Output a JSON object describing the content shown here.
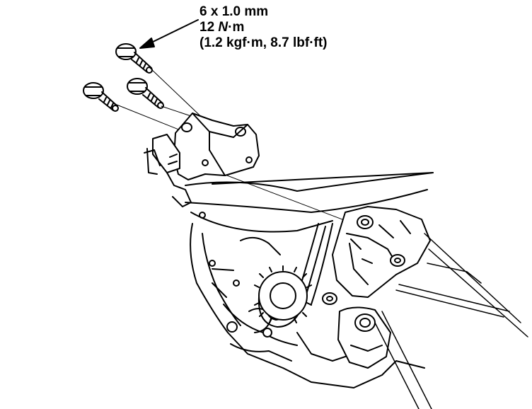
{
  "callout": {
    "bolt_size": "6 x 1.0 mm",
    "torque_value": "12",
    "torque_unit_n": "N",
    "torque_unit_rest": "·m",
    "torque_conversions": "(1.2 kgf·m, 8.7 lbf·ft)"
  },
  "colors": {
    "ink": "#000000",
    "paper": "#ffffff"
  },
  "icons": {
    "bolts": [
      "hex-flange-bolt",
      "hex-flange-bolt",
      "hex-flange-bolt"
    ],
    "bracket": "engine-mount-bracket",
    "belt": "timing-belt",
    "pulley": "crankshaft-sprocket"
  }
}
